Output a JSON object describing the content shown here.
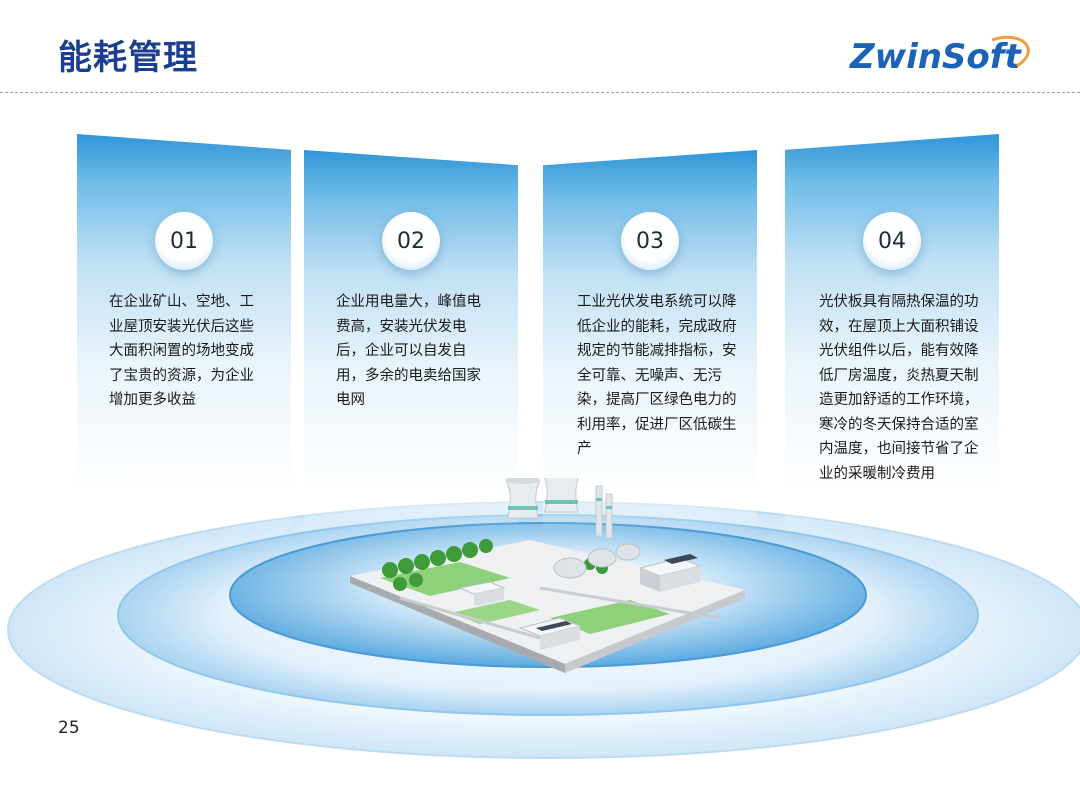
{
  "header": {
    "title": "能耗管理",
    "logo_text": "ZwinSoft"
  },
  "cards": [
    {
      "number": "01",
      "text": "在企业矿山、空地、工业屋顶安装光伏后这些大面积闲置的场地变成了宝贵的资源，为企业增加更多收益"
    },
    {
      "number": "02",
      "text": "企业用电量大，峰值电费高，安装光伏发电后，企业可以自发自用，多余的电卖给国家电网"
    },
    {
      "number": "03",
      "text": "工业光伏发电系统可以降低企业的能耗，完成政府规定的节能减排指标，安全可靠、无噪声、无污染，提高厂区绿色电力的利用率，促进厂区低碳生产"
    },
    {
      "number": "04",
      "text": "光伏板具有隔热保温的功效，在屋顶上大面积铺设光伏组件以后，能有效降低厂房温度，炎热夏天制造更加舒适的工作环境，寒冷的冬天保持合适的室内温度，也间接节省了企业的采暖制冷费用"
    }
  ],
  "footer": {
    "page_number": "25"
  },
  "colors": {
    "title": "#1b3f8f",
    "accent": "#2f95d8",
    "ring": "#8fc7ec"
  }
}
